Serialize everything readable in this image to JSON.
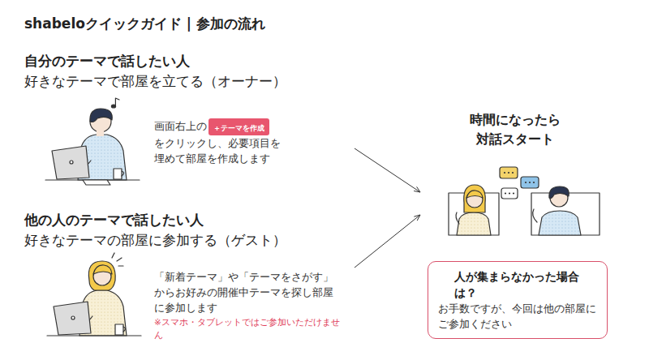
{
  "diagram": {
    "title": "shabeloクイックガイド | 参加の流れ",
    "nodes": [
      {
        "text": [
          "自分のテーマで話したい人",
          "好きなテーマで部屋を立てる（オーナー）",
          "画面右上の",
          "をクリックし、必要項目を埋めて部屋を作成します"
        ]
      },
      {
        "text": [
          "＋テーマを作成"
        ],
        "in": 0
      },
      {
        "text": [
          "他の人のテーマで話したい人",
          "好きなテーマの部屋に参加する（ゲスト）",
          "「新着テーマ」や「テーマをさがす」からお好みの開催中テーマを探し部屋に参加します",
          "※スマホ・タブレットではご参加いただけません"
        ]
      },
      {
        "text": [
          "時間になったら 対話スタート"
        ]
      },
      {
        "text": [
          "人が集まらなかった場合は？",
          "お手数ですが、今回は他の部屋にご参加ください"
        ]
      }
    ],
    "edges": [
      {
        "from": 0,
        "to": 3,
        "arrow": "to"
      },
      {
        "from": 2,
        "to": 3,
        "arrow": "to"
      }
    ]
  }
}
